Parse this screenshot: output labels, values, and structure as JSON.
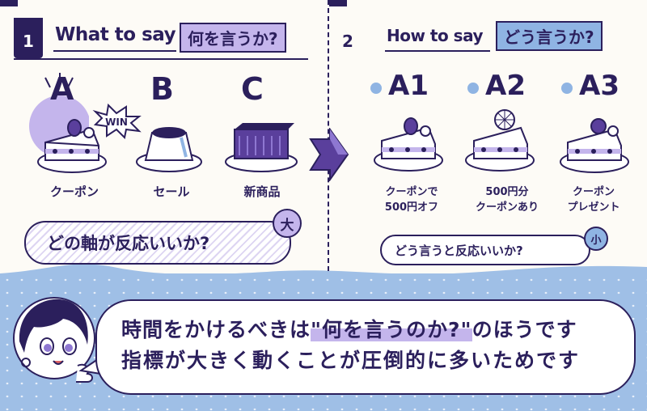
{
  "left_panel": {
    "number": "1",
    "title": "What to say",
    "subtitle": "何を言うか?",
    "options": [
      {
        "letter": "A",
        "caption": "クーポン",
        "item": "cake"
      },
      {
        "letter": "B",
        "caption": "セール",
        "item": "pudding"
      },
      {
        "letter": "C",
        "caption": "新商品",
        "item": "chocolate-cake"
      }
    ],
    "win_label": "WIN",
    "question": "どの軸が反応いいか?",
    "impact_badge": "大"
  },
  "right_panel": {
    "number": "2",
    "title": "How to say",
    "subtitle": "どう言うか?",
    "options": [
      {
        "letter": "A1",
        "caption": "クーポンで\n500円オフ",
        "item": "cake-berry"
      },
      {
        "letter": "A2",
        "caption": "500円分\nクーポンあり",
        "item": "cake-orange"
      },
      {
        "letter": "A3",
        "caption": "クーポン\nプレゼント",
        "item": "cake-blueberry"
      }
    ],
    "question": "どう言うと反応いいか?",
    "impact_badge": "小"
  },
  "message": {
    "line1_before": "時間をかけるべきは",
    "line1_highlight": "\"何を言うのか?\"",
    "line1_after": "のほうです",
    "line2": "指標が大きく動くことが圧倒的に多いためです"
  },
  "colors": {
    "navy": "#2b1f5c",
    "lavender": "#c4b5ec",
    "sky_blue": "#8fb4e3",
    "background": "#fdfbf6"
  }
}
